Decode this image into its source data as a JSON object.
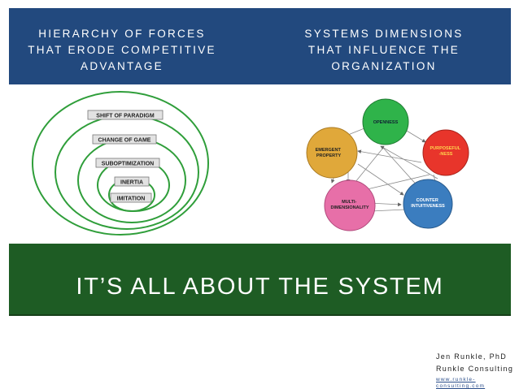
{
  "header": {
    "left_title": "HIERARCHY OF FORCES\nTHAT ERODE COMPETITIVE\nADVANTAGE",
    "right_title": "SYSTEMS DIMENSIONS\nTHAT INFLUENCE THE\nORGANIZATION"
  },
  "hierarchy": {
    "labels": [
      "SHIFT OF PARADIGM",
      "CHANGE OF GAME",
      "SUBOPTIMIZATION",
      "INERTIA",
      "IMITATION"
    ],
    "ring_color": "#2f9e3a"
  },
  "systems": {
    "nodes": [
      {
        "label": "OPENNESS",
        "color": "#2fb34a"
      },
      {
        "label": "PURPOSEFUL\n-NESS",
        "color": "#e8352b"
      },
      {
        "label": "COUNTER\nINTUITIVENESS",
        "color": "#3b7dbf"
      },
      {
        "label": "MULTI-\nDIMENSIONALITY",
        "color": "#e76fa8"
      },
      {
        "label": "EMERGENT\nPROPERTY",
        "color": "#e0a83a"
      }
    ]
  },
  "banner": {
    "text": "IT’S ALL ABOUT THE SYSTEM"
  },
  "credits": {
    "name": "Jen Runkle, PhD",
    "company": "Runkle Consulting",
    "url": "www.runkle-\nconsulting.com"
  },
  "colors": {
    "header_band": "#22497e",
    "banner": "#1e5c24"
  }
}
